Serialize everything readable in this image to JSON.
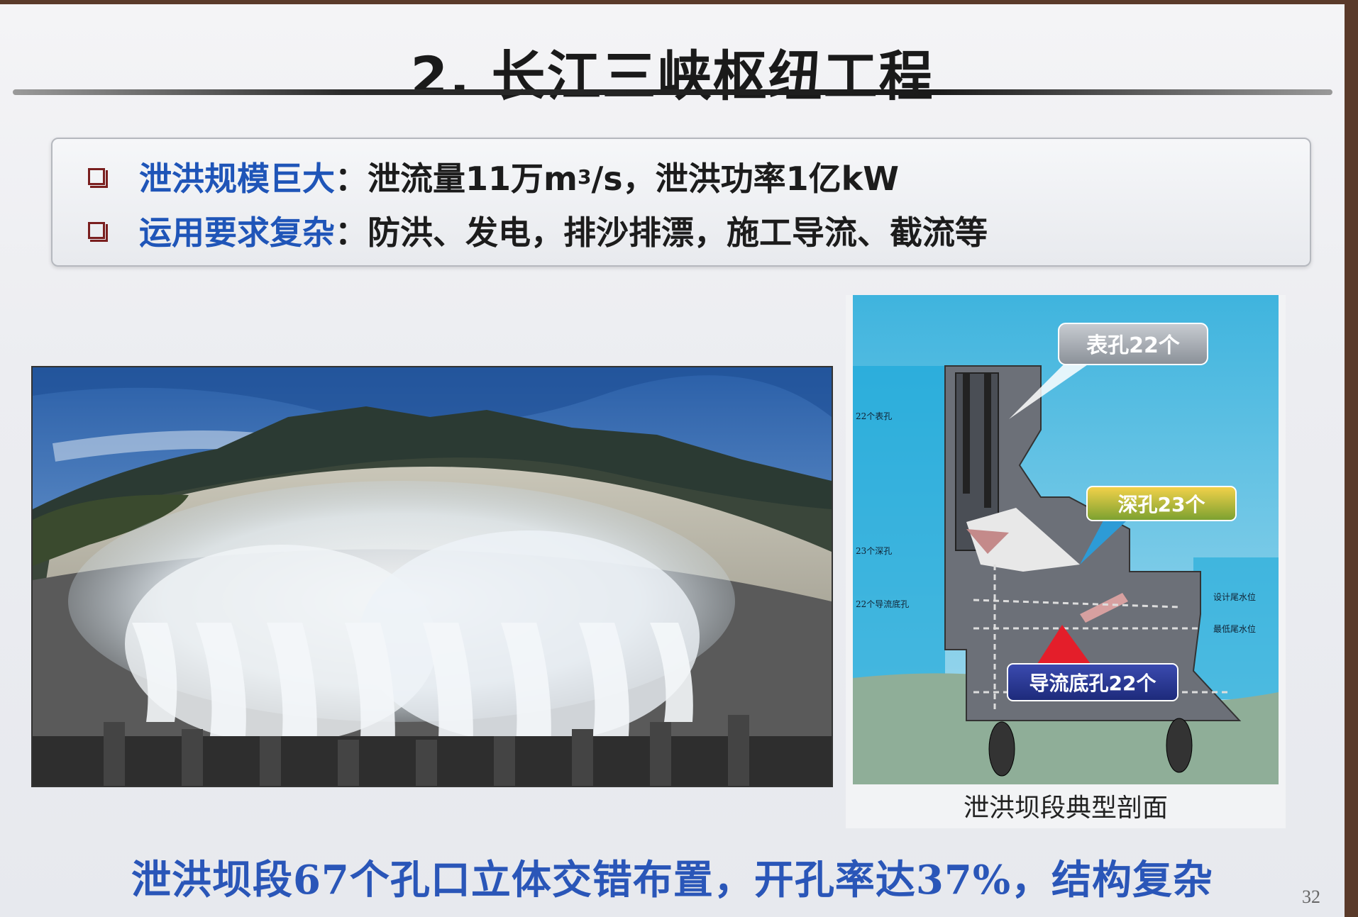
{
  "slide": {
    "title": "2. 长江三峡枢纽工程",
    "bullets": [
      {
        "keyword": "泄洪规模巨大",
        "colon": "：",
        "text_pre": "泄流量11万m",
        "sup": "3",
        "text_post": "/s，泄洪功率1亿kW"
      },
      {
        "keyword": "运用要求复杂",
        "colon": "：",
        "text_pre": "防洪、发电，排沙排漂，施工导流、截流等",
        "sup": "",
        "text_post": ""
      }
    ],
    "section": {
      "callouts": {
        "surface": "表孔22个",
        "deep": "深孔23个",
        "bottom": "导流底孔22个"
      },
      "left_labels": {
        "l1": "22个表孔",
        "l2": "23个深孔",
        "l3": "22个导流底孔"
      },
      "right_labels": {
        "r1": "设计尾水位",
        "r2": "最低尾水位"
      },
      "caption": "泄洪坝段典型剖面"
    },
    "conclusion": "泄洪坝段67个孔口立体交错布置，开孔率达37%，结构复杂",
    "page_number": "32"
  },
  "colors": {
    "keyword_blue": "#1f55b8",
    "bullet_mark": "#7a1f1f",
    "conclusion_blue": "#2a56b8"
  }
}
